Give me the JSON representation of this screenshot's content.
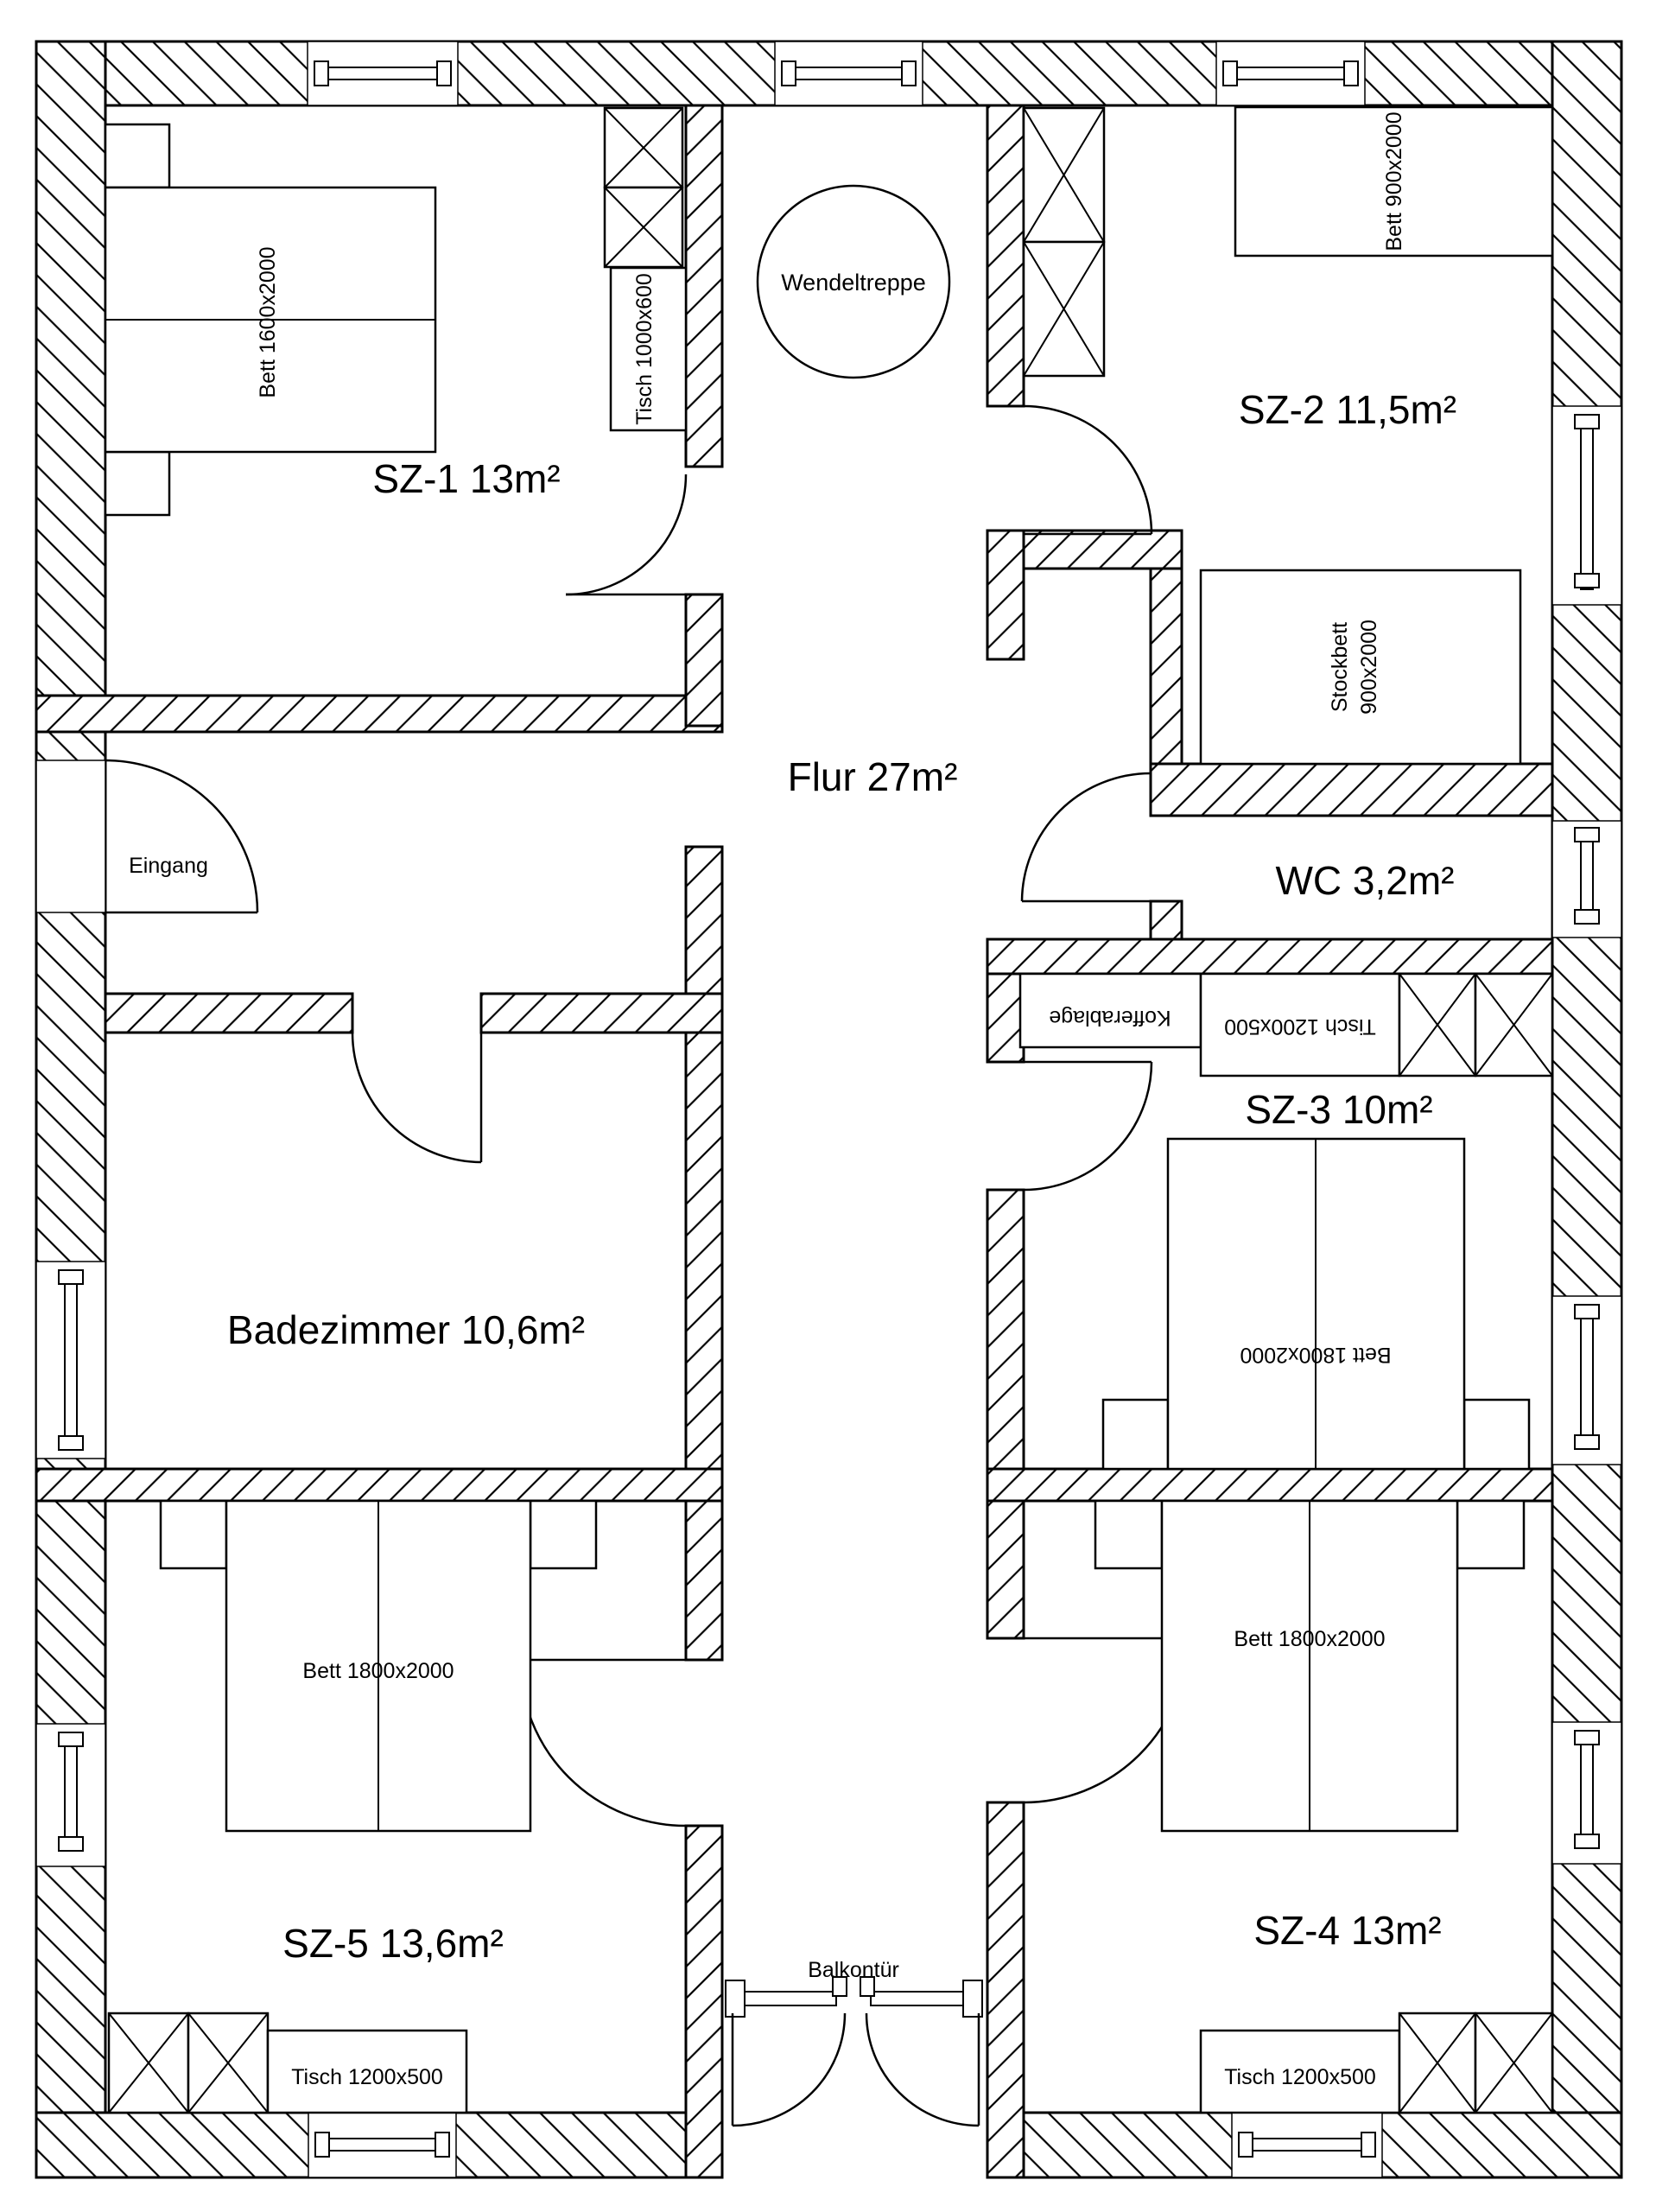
{
  "labels": {
    "rooms": {
      "sz1": "SZ-1 13m²",
      "sz2": "SZ-2 11,5m²",
      "sz3": "SZ-3 10m²",
      "sz4": "SZ-4 13m²",
      "sz5": "SZ-5 13,6m²",
      "wc": "WC 3,2m²",
      "flur": "Flur 27m²",
      "badezimmer": "Badezimmer 10,6m²"
    },
    "features": {
      "eingang": "Eingang",
      "wendeltreppe": "Wendeltreppe",
      "balkontuer": "Balkontür"
    },
    "furniture": {
      "bett_1600": "Bett 1600x2000",
      "tisch_1000": "Tisch 1000x600",
      "bett_900": "Bett 900x2000",
      "stockbett_line1": "Stockbett",
      "stockbett_line2": "900x2000",
      "kofferablage": "Kofferablage",
      "tisch_1200": "Tisch 1200x500",
      "bett_1800": "Bett 1800x2000"
    }
  }
}
